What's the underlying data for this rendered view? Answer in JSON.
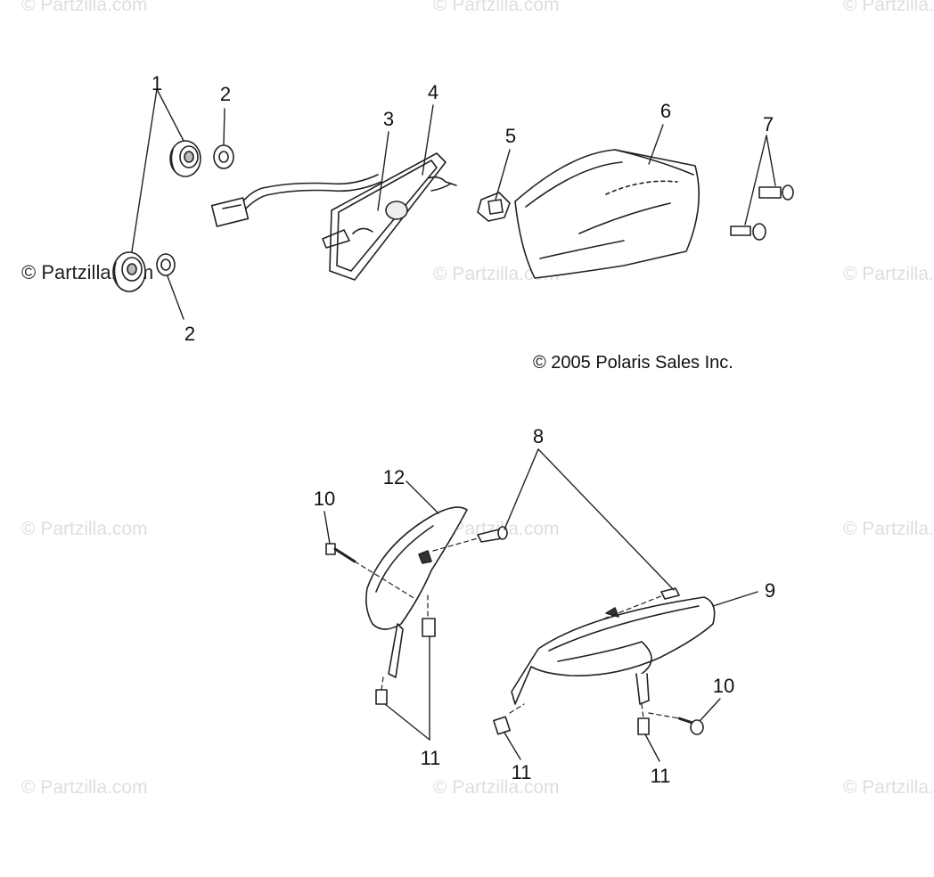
{
  "watermark": {
    "text": "© Partzilla.com"
  },
  "copyright": "© 2005 Polaris Sales Inc.",
  "callouts": [
    {
      "id": "c1",
      "label": "1"
    },
    {
      "id": "c2a",
      "label": "2"
    },
    {
      "id": "c2b",
      "label": "2"
    },
    {
      "id": "c3",
      "label": "3"
    },
    {
      "id": "c4",
      "label": "4"
    },
    {
      "id": "c5",
      "label": "5"
    },
    {
      "id": "c6",
      "label": "6"
    },
    {
      "id": "c7",
      "label": "7"
    },
    {
      "id": "c8",
      "label": "8"
    },
    {
      "id": "c9",
      "label": "9"
    },
    {
      "id": "c10a",
      "label": "10"
    },
    {
      "id": "c10b",
      "label": "10"
    },
    {
      "id": "c11a",
      "label": "11"
    },
    {
      "id": "c11b",
      "label": "11"
    },
    {
      "id": "c11c",
      "label": "11"
    },
    {
      "id": "c12",
      "label": "12"
    }
  ]
}
